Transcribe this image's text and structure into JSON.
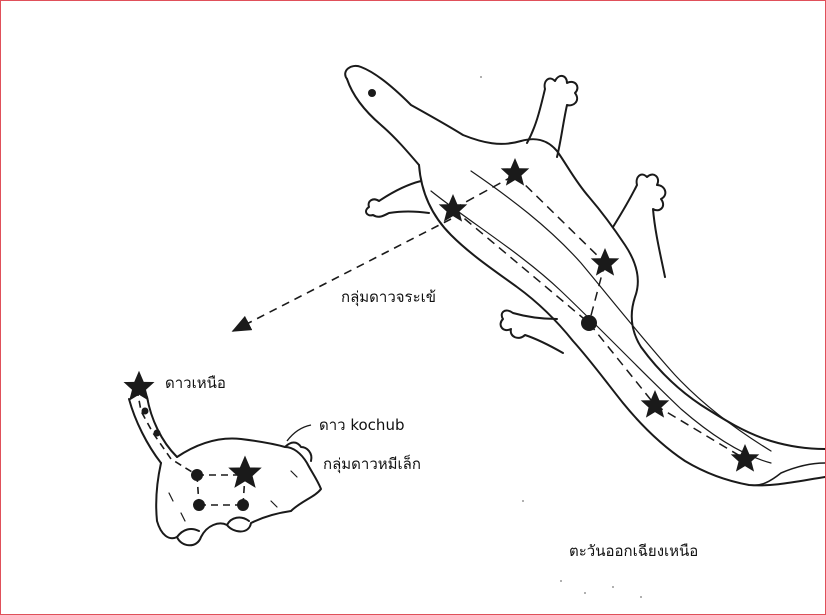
{
  "labels": {
    "crocodile": "กลุ่มดาวจระเข้",
    "north_star": "ดาวเหนือ",
    "kochub": "ดาว kochub",
    "little_bear": "กลุ่มดาวหมีเล็ก",
    "northeast": "ตะวันออกเฉียงเหนือ"
  },
  "colors": {
    "ink": "#1a1a1a",
    "frame": "#e0505a",
    "background": "#ffffff"
  },
  "icons": {
    "star": "five-point-star",
    "dot": "filled-circle"
  }
}
